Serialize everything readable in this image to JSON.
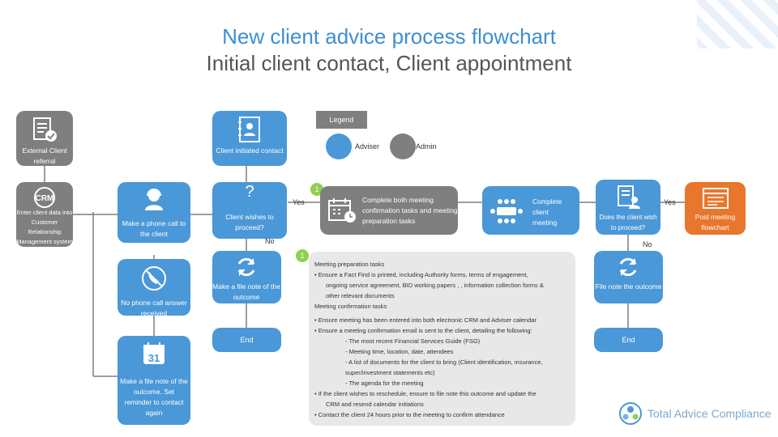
{
  "title": "New client advice process flowchart",
  "subtitle": "Initial client contact, Client appointment",
  "legend": {
    "title": "Legend",
    "adviser": "Adviser",
    "admin": "Admin"
  },
  "nodes": {
    "external_referral": "External Client referral",
    "client_initiated": "Client initiated contact",
    "crm_entry": "Enter client data into Customer Relationship Management system",
    "phone_call": "Make a phone call to the client",
    "client_wishes": "Client wishes to proceed?",
    "no_phone_call": "No phone call answer received",
    "file_note_left": "Make a file note of the outcome",
    "end_left": "End",
    "calendar_note": "Make a file note of the outcome. Set reminder to contact again",
    "complete_meeting_tasks": "Complete both meeting confirmation tasks and meeting preparation tasks",
    "complete_meeting": "Complete client meeting",
    "does_client_proceed": "Does the client wish to proceed?",
    "post_meeting": "Post meeting flowchart",
    "file_note_right": "File note the outcome",
    "end_right": "End"
  },
  "edges": {
    "yes1": "Yes",
    "no1": "No",
    "yes2": "Yes",
    "no2": "No",
    "badge1": "1",
    "badge2": "1"
  },
  "panel": {
    "l1": "Meeting preparation tasks",
    "l2": "•   Ensure a Fact Find is printed, including Authority forms, terms of engagement,",
    "l3": "ongoing service agreement, BID working papers , , information collection forms &",
    "l4": "other relevant documents",
    "l5": "Meeting confirmation tasks",
    "l6": "•   Ensure meeting has been entered into both electronic CRM and Adviser calendar",
    "l7": "•   Ensure a meeting confirmation email is sent to the client, detailing the following:",
    "l8": "- The most recent Financial Services Guide (FSG)",
    "l9": "- Meeting time, location, date, attendees",
    "l10": "- A list of documents for the client to bring  (Client identification, insurance,",
    "l11": "super/investment statements etc)",
    "l12": "- The agenda for the meeting",
    "l13": "•   If the client wishes to reschedule, ensure to file note this outcome and update the",
    "l14": "CRM and resend calendar initiations",
    "l15": "•   Contact the client 24 hours prior to the meeting to confirm attendance"
  },
  "logo": {
    "text": "Total Advice Compliance"
  },
  "colors": {
    "adviser": "#4a98d8",
    "admin": "#7f7f7f",
    "post": "#e8762c",
    "badge": "#8fd14f"
  }
}
